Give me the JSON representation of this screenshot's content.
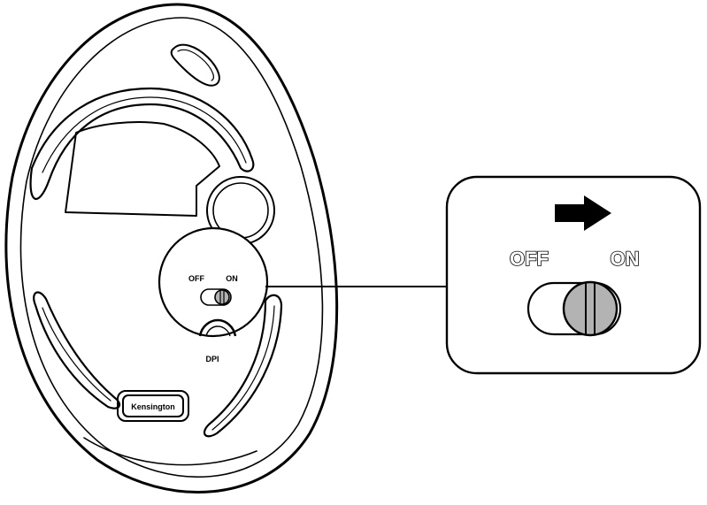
{
  "mouse": {
    "brand": "Kensington",
    "switch_off_label": "OFF",
    "switch_on_label": "ON",
    "dpi_label": "DPI"
  },
  "callout": {
    "off_label": "OFF",
    "on_label": "ON",
    "arrow_icon": "arrow-right-icon",
    "switch_state": "ON"
  },
  "colors": {
    "outline": "#000000",
    "background": "#ffffff",
    "switch_knob": "#b3b3b3"
  }
}
